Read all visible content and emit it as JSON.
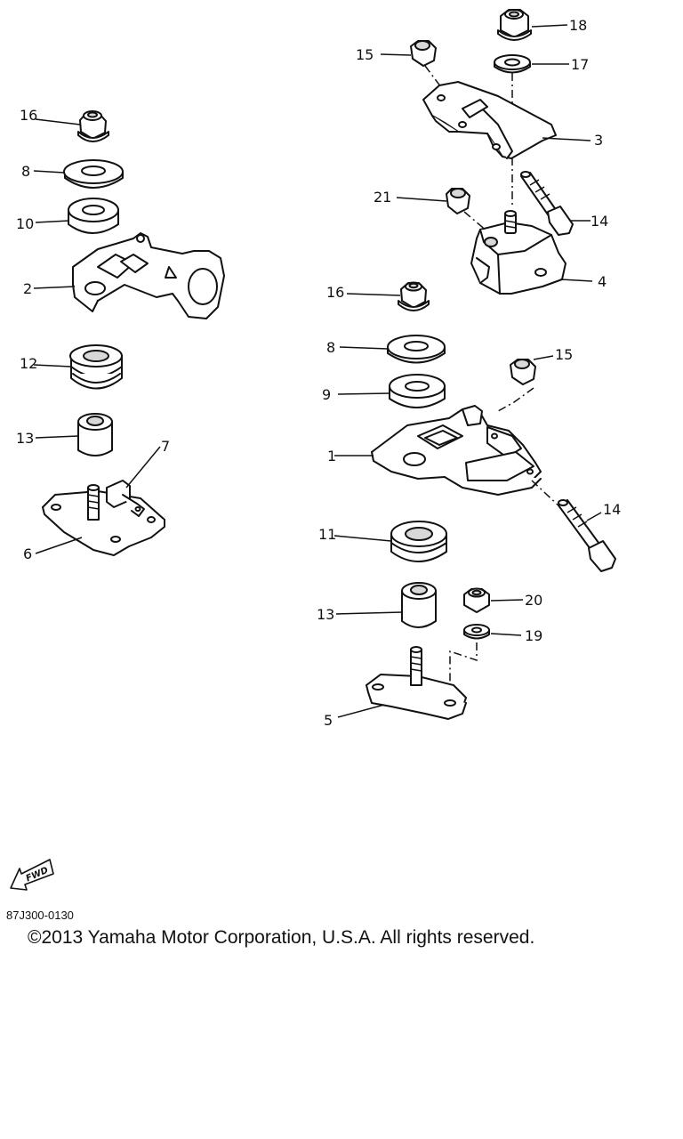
{
  "diagram": {
    "callouts": {
      "c16a": "16",
      "c8a": "8",
      "c10": "10",
      "c2": "2",
      "c12": "12",
      "c13a": "13",
      "c7": "7",
      "c6": "6",
      "c18": "18",
      "c15a": "15",
      "c17": "17",
      "c3": "3",
      "c21": "21",
      "c14a": "14",
      "c4": "4",
      "c16b": "16",
      "c8b": "8",
      "c15b": "15",
      "c9": "9",
      "c1": "1",
      "c14b": "14",
      "c11": "11",
      "c20": "20",
      "c13b": "13",
      "c19": "19",
      "c5": "5"
    },
    "fwd_label": "FWD",
    "code": "87J300-0130"
  },
  "footer": {
    "copyright": "©2013 Yamaha Motor Corporation, U.S.A. All rights reserved."
  }
}
